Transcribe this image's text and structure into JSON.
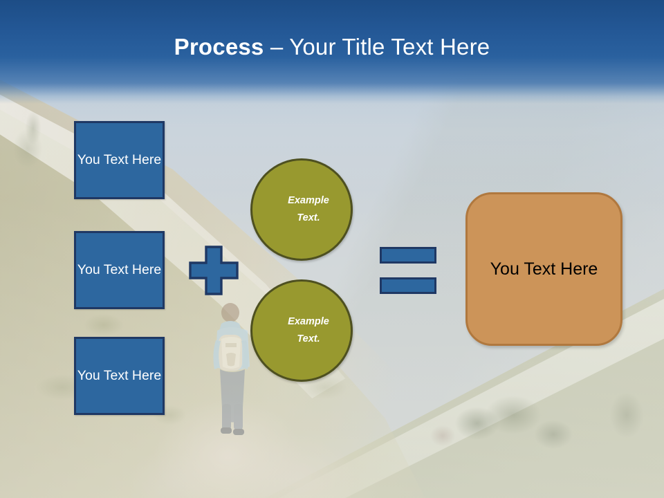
{
  "slide": {
    "title_bold": "Process",
    "title_separator": " – ",
    "title_rest": "Your Title Text Here",
    "background_description": "mountain-hiker-photo"
  },
  "inputs": [
    {
      "label": "You Text Here"
    },
    {
      "label": "You Text Here"
    },
    {
      "label": "You Text Here"
    }
  ],
  "operators": {
    "plus": "+",
    "equals": "="
  },
  "circles": [
    {
      "line1": "Example",
      "line2": "Text."
    },
    {
      "line1": "Example",
      "line2": "Text."
    }
  ],
  "result": {
    "label": "You Text Here"
  },
  "colors": {
    "title_band_top": "#1d4d86",
    "title_band_bottom": "#2a619f",
    "blue_fill": "#2d679f",
    "blue_border": "#1f3864",
    "olive_fill": "#98992f",
    "olive_border": "#4e5020",
    "orange_fill": "#cc9459",
    "orange_border": "#b0783e",
    "title_text": "#ffffff",
    "result_text": "#000000"
  }
}
